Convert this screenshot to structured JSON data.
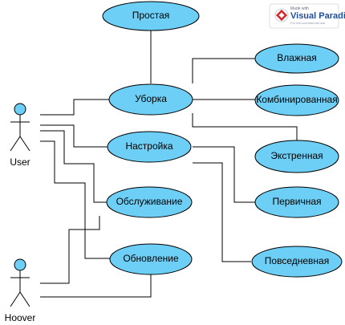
{
  "watermark": {
    "top_text": "Made with",
    "brand": "Visual Paradigm",
    "tagline": "For non-commercial use"
  },
  "actors": {
    "user": "User",
    "hoover": "Hoover"
  },
  "use_cases": {
    "simple": "Простая",
    "cleaning": "Уборка",
    "wet": "Влажная",
    "combined": "Комбинированная",
    "setup": "Настройка",
    "emergency": "Экстренная",
    "primary": "Первичная",
    "maintenance": "Обслуживание",
    "daily": "Повседневная",
    "update": "Обновление"
  }
}
